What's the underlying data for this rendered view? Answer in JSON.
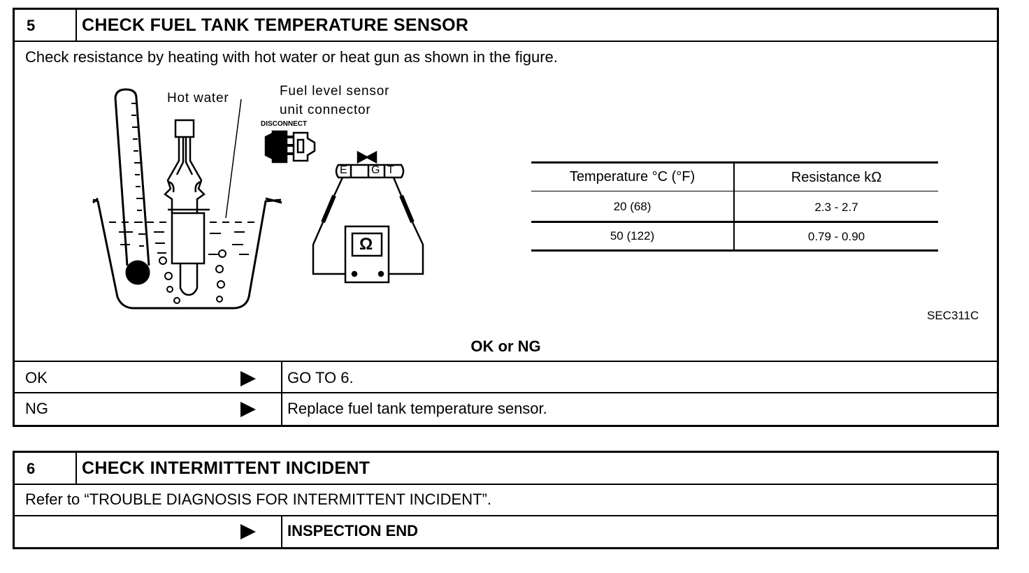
{
  "step5": {
    "number": "5",
    "title": "CHECK FUEL TANK TEMPERATURE SENSOR",
    "instruction": "Check resistance by heating with hot water or heat gun as shown in the figure.",
    "figure": {
      "hot_water_label": "Hot water",
      "connector_label_line1": "Fuel level sensor",
      "connector_label_line2": "unit connector",
      "disconnect_label": "DISCONNECT",
      "terminal_e": "E",
      "terminal_g": "G",
      "terminal_t": "T",
      "ohm_symbol": "Ω",
      "figure_code": "SEC311C"
    },
    "spec_table": {
      "headers": [
        "Temperature °C (°F)",
        "Resistance kΩ"
      ],
      "rows": [
        [
          "20 (68)",
          "2.3 - 2.7"
        ],
        [
          "50 (122)",
          "0.79 - 0.90"
        ]
      ]
    },
    "result_heading": "OK or NG",
    "results": [
      {
        "condition": "OK",
        "action": "GO TO 6."
      },
      {
        "condition": "NG",
        "action": "Replace fuel tank temperature sensor."
      }
    ]
  },
  "step6": {
    "number": "6",
    "title": "CHECK INTERMITTENT INCIDENT",
    "instruction": "Refer to “TROUBLE DIAGNOSIS FOR INTERMITTENT INCIDENT”.",
    "result_action": "INSPECTION END"
  }
}
